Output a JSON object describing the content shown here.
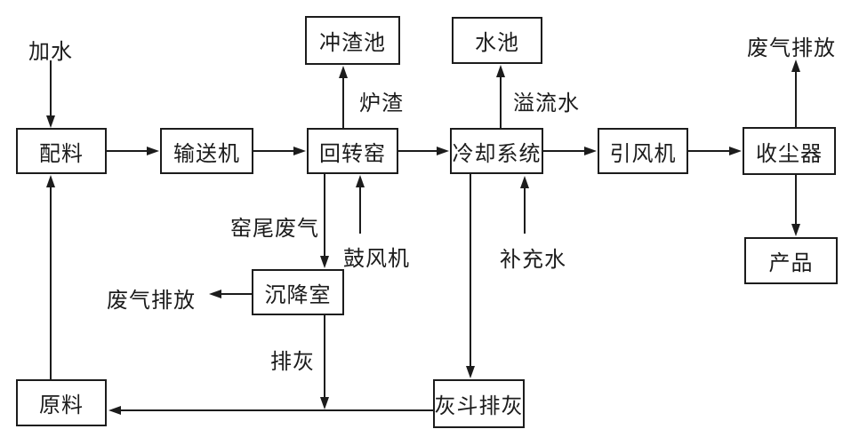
{
  "diagram": {
    "title_hint": "rotary-kiln-process-flow",
    "nodes": {
      "batching": {
        "label": "配料"
      },
      "conveyor": {
        "label": "输送机"
      },
      "rotary_kiln": {
        "label": "回转窑"
      },
      "cooling_system": {
        "label": "冷却系统"
      },
      "induced_draft_fan": {
        "label": "引风机"
      },
      "dust_collector": {
        "label": "收尘器"
      },
      "slag_flushing_pool": {
        "label": "冲渣池"
      },
      "water_pool": {
        "label": "水池"
      },
      "product": {
        "label": "产品"
      },
      "settling_chamber": {
        "label": "沉降室"
      },
      "raw_material": {
        "label": "原料"
      },
      "ash_hopper_discharge": {
        "label": "灰斗排灰"
      }
    },
    "flow_labels": {
      "add_water": "加水",
      "furnace_slag": "炉渣",
      "overflow_water": "溢流水",
      "exhaust_emission_top": "废气排放",
      "kiln_tail_exhaust": "窑尾废气",
      "blower": "鼓风机",
      "exhaust_emission_left": "废气排放",
      "ash_discharge": "排灰",
      "makeup_water": "补充水"
    },
    "colors": {
      "line": "#1c1c1c",
      "text": "#1c1c1c",
      "background": "#ffffff"
    }
  }
}
